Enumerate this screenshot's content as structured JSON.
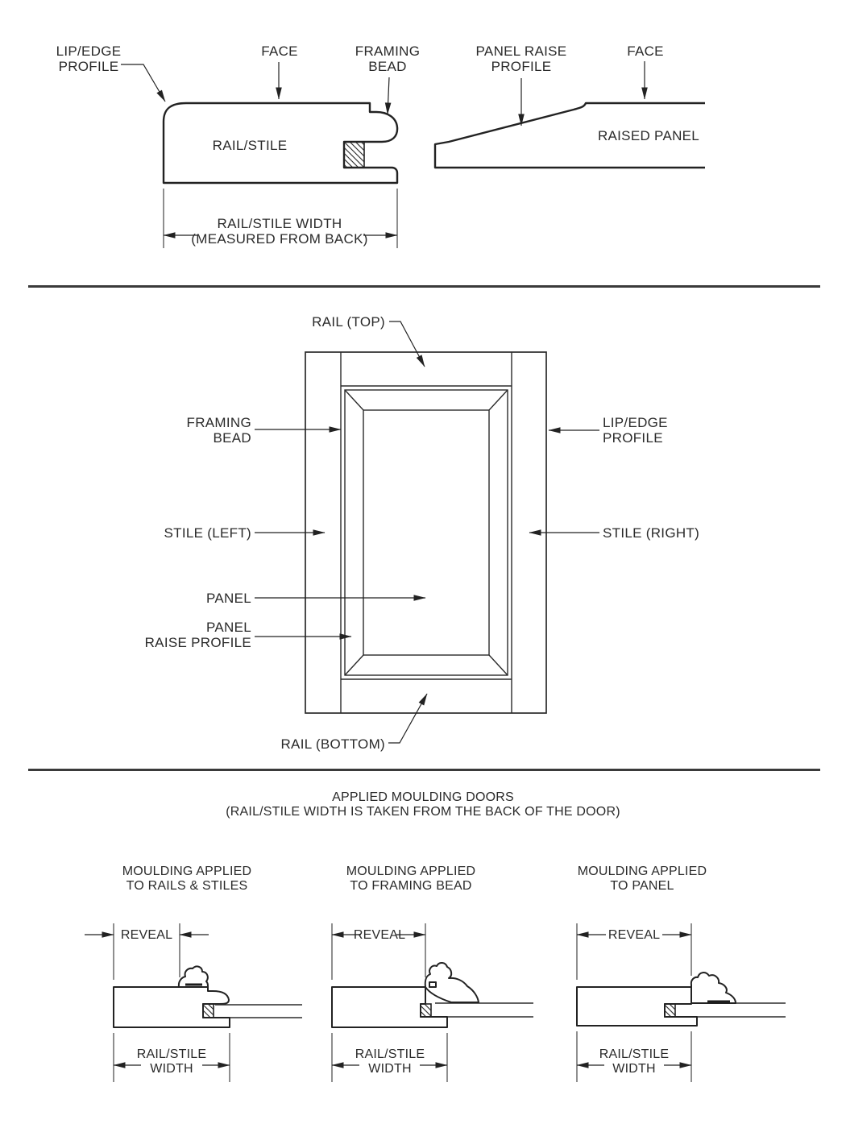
{
  "colors": {
    "line": "#222222",
    "text": "#2a2a2a",
    "divider": "#3a3a3a",
    "background": "#ffffff"
  },
  "profile_section": {
    "labels": {
      "lip_edge_profile": "LIP/EDGE\nPROFILE",
      "face_left": "FACE",
      "framing_bead": "FRAMING\nBEAD",
      "rail_stile": "RAIL/STILE",
      "rail_stile_width_dim": "RAIL/STILE WIDTH\n(MEASURED FROM BACK)",
      "panel_raise_profile": "PANEL RAISE\nPROFILE",
      "face_right": "FACE",
      "raised_panel": "RAISED PANEL"
    }
  },
  "door_section": {
    "labels": {
      "rail_top": "RAIL (TOP)",
      "framing_bead": "FRAMING\nBEAD",
      "lip_edge_profile": "LIP/EDGE\nPROFILE",
      "stile_left": "STILE (LEFT)",
      "stile_right": "STILE (RIGHT)",
      "panel": "PANEL",
      "panel_raise_profile": "PANEL\nRAISE PROFILE",
      "rail_bottom": "RAIL (BOTTOM)"
    }
  },
  "moulding_section": {
    "title": "APPLIED MOULDING DOORS\n(RAIL/STILE WIDTH IS TAKEN FROM THE BACK OF THE DOOR)",
    "diagrams": [
      {
        "title": "MOULDING APPLIED\nTO RAILS & STILES",
        "reveal_label": "REVEAL",
        "width_label": "RAIL/STILE\nWIDTH"
      },
      {
        "title": "MOULDING APPLIED\nTO FRAMING BEAD",
        "reveal_label": "REVEAL",
        "width_label": "RAIL/STILE\nWIDTH"
      },
      {
        "title": "MOULDING APPLIED\nTO PANEL",
        "reveal_label": "REVEAL",
        "width_label": "RAIL/STILE\nWIDTH"
      }
    ]
  }
}
